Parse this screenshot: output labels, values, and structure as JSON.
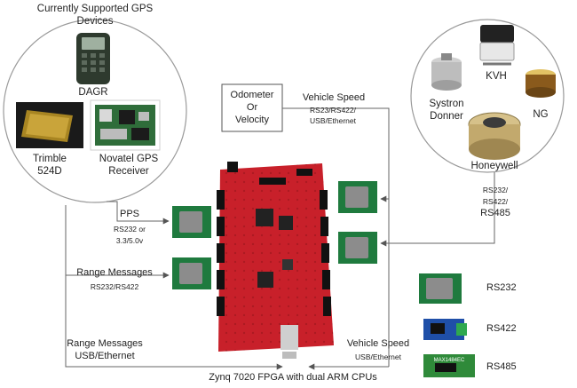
{
  "gps_group": {
    "title_line1": "Currently Supported GPS",
    "title_line2": "Devices",
    "dagr": "DAGR",
    "trimble_line1": "Trimble",
    "trimble_line2": "524D",
    "novatel_line1": "Novatel GPS",
    "novatel_line2": "Receiver"
  },
  "imu_group": {
    "kvh": "KVH",
    "systron_line1": "Systron",
    "systron_line2": "Donner",
    "ng": "NG",
    "honeywell": "Honeywell",
    "interfaces_line1": "RS232/",
    "interfaces_line2": "RS422/",
    "interfaces_line3": "RS485"
  },
  "odometer_box": {
    "line1": "Odometer",
    "line2": "Or",
    "line3": "Velocity"
  },
  "vehicle_speed_top": {
    "title": "Vehicle Speed",
    "sub_line1": "RS23/RS422/",
    "sub_line2": "USB/Ethernet"
  },
  "pps": {
    "title": "PPS",
    "sub_line1": "RS232 or",
    "sub_line2": "3.3/5.0v"
  },
  "range_serial": {
    "title": "Range Messages",
    "sub": "RS232/RS422"
  },
  "range_usb": {
    "line1": "Range Messages",
    "line2": "USB/Ethernet"
  },
  "vehicle_speed_bottom": {
    "title": "Vehicle Speed",
    "sub": "USB/Ethernet"
  },
  "board_label": "Zynq 7020 FPGA with dual ARM CPUs",
  "modules_legend": {
    "rs232": "RS232",
    "rs422": "RS422",
    "rs485": "RS485",
    "rs485_chip": "MAX1484EC"
  },
  "colors": {
    "board": "#c8202a",
    "pmod_green": "#1f7a3e",
    "rs422_blue": "#1f4fa8",
    "rs485_green": "#2f8a3a",
    "line": "#666666"
  }
}
